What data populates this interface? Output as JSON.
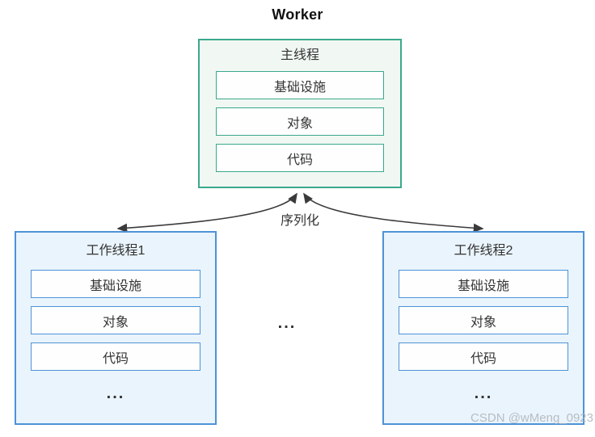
{
  "page": {
    "title": "Worker"
  },
  "colors": {
    "main_border": "#3BA88D",
    "main_fill": "#F1F8F3",
    "worker_border": "#4D93D8",
    "worker_fill": "#EAF4FC",
    "slot_fill": "#FDFEFD",
    "text": "#333333",
    "arrow": "#3A3A3A",
    "watermark": "#AEB3BA"
  },
  "main_thread": {
    "label": "主线程",
    "items": [
      "基础设施",
      "对象",
      "代码"
    ]
  },
  "workers": [
    {
      "label": "工作线程1",
      "items": [
        "基础设施",
        "对象",
        "代码"
      ],
      "more": "..."
    },
    {
      "label": "工作线程2",
      "items": [
        "基础设施",
        "对象",
        "代码"
      ],
      "more": "..."
    }
  ],
  "relations": {
    "serialization_label": "序列化"
  },
  "more_workers": "...",
  "watermark": "CSDN @wMeng_0923"
}
